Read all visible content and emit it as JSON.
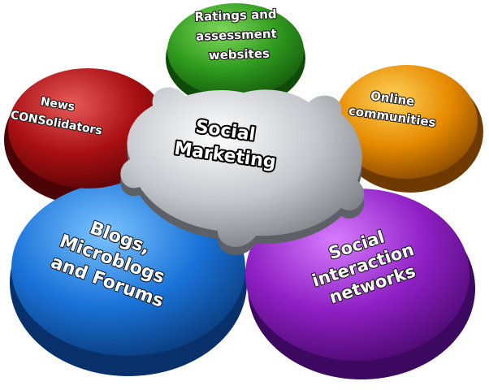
{
  "diagram": {
    "center": {
      "lines": [
        "Social",
        "Marketing"
      ]
    },
    "petals": [
      {
        "name": "ratings",
        "lines": [
          "Ratings and",
          "assessment",
          "websites"
        ],
        "color": "#2f9a1e"
      },
      {
        "name": "online",
        "lines": [
          "Online",
          "communities"
        ],
        "color": "#e68a00"
      },
      {
        "name": "social-interaction",
        "lines": [
          "Social",
          "interaction",
          "networks"
        ],
        "color": "#8e1fc4"
      },
      {
        "name": "blogs",
        "lines": [
          "Blogs,",
          "Microblogs",
          "and Forums"
        ],
        "color": "#1a73d9"
      },
      {
        "name": "news",
        "lines": [
          "News",
          "CONSolidators"
        ],
        "color": "#a80f12"
      }
    ],
    "hub_color": "#b9bcc2"
  }
}
